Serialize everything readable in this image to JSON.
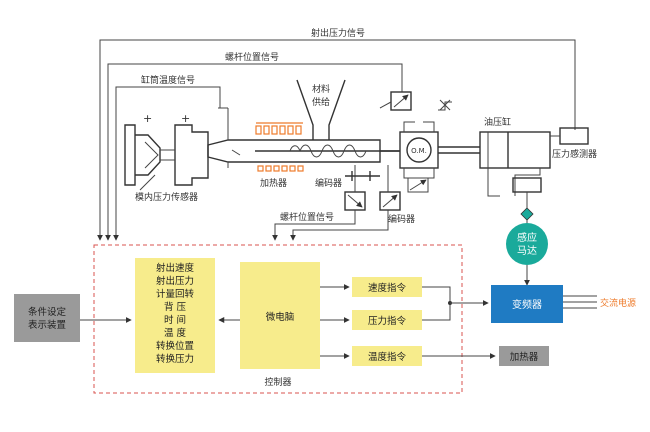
{
  "signals": {
    "injection_pressure": "射出压力信号",
    "screw_position_top": "螺杆位置信号",
    "barrel_temperature": "缸筒温度信号",
    "screw_position_bottom": "螺杆位置信号"
  },
  "machine": {
    "material_feed_line1": "材料",
    "material_feed_line2": "供给",
    "heater": "加热器",
    "mold_pressure_sensor": "模内压力传感器",
    "encoder_left": "编码器",
    "encoder_right": "编码器",
    "om": "O.M.",
    "oil_cylinder": "油压缸",
    "pressure_sensor": "压力感测器",
    "servo_motor_line1": "感应",
    "servo_motor_line2": "马达"
  },
  "controller": {
    "label": "控制器",
    "params": [
      "射出速度",
      "射出压力",
      "计量回转",
      "背  压",
      "时  间",
      "温  度",
      "转换位置",
      "转换压力"
    ],
    "cpu": "微电脑",
    "speed_cmd": "速度指令",
    "pressure_cmd": "压力指令",
    "temp_cmd": "温度指令"
  },
  "setting_device_line1": "条件设定",
  "setting_device_line2": "表示装置",
  "inverter": "变频器",
  "ac_power": "交流电源",
  "heater_out": "加热器",
  "colors": {
    "yellow_box": "#f7ec8c",
    "blue_box": "#1f7bc3",
    "teal_motor": "#1aaa9b",
    "gray_box": "#9a9a9a",
    "red_dashed": "#d9534f",
    "orange_heat": "#ee7b2b"
  }
}
